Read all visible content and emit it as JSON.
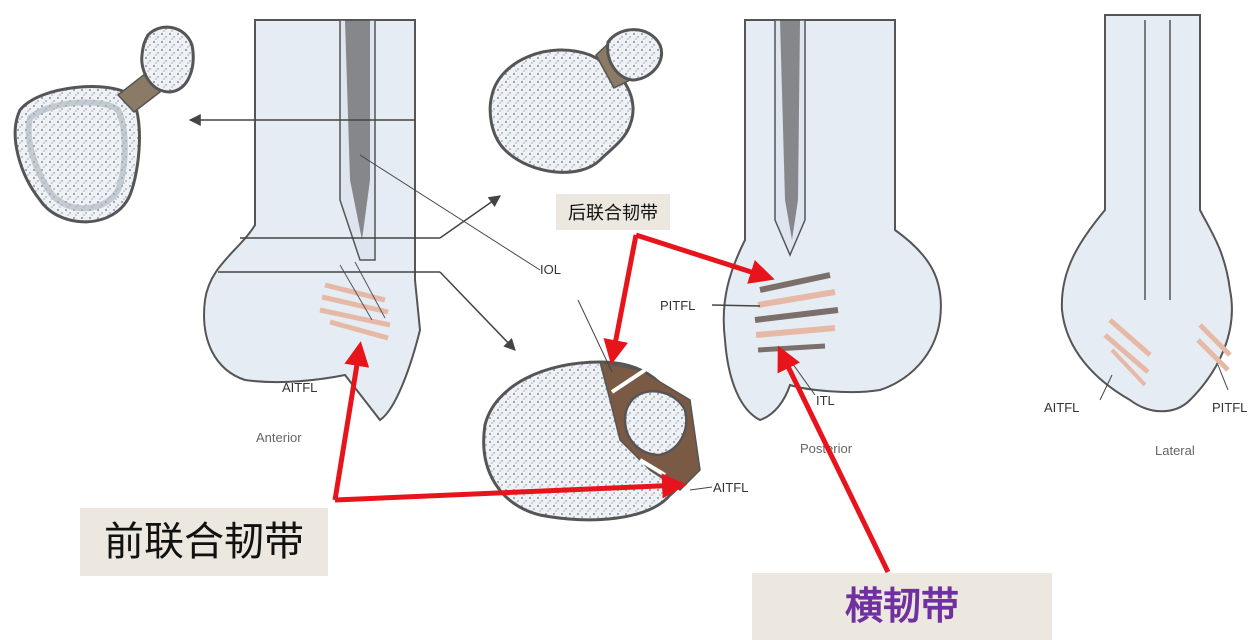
{
  "labels": {
    "posterior_ligament_cn": "后联合韧带",
    "anterior_ligament_cn": "前联合韧带",
    "transverse_ligament_cn": "横韧带",
    "iol": "IOL",
    "pitfl": "PITFL",
    "aitfl_anterior": "AITFL",
    "aitfl_section": "AITFL",
    "itl": "ITL",
    "aitfl_lateral": "AITFL",
    "pitfl_lateral": "PITFL"
  },
  "views": {
    "anterior": "Anterior",
    "posterior": "Posterior",
    "lateral": "Lateral"
  },
  "colors": {
    "bone_fill": "#e6ecf3",
    "bone_outline": "#555555",
    "ligament": "#e6b9a7",
    "ligament_band": "#7a5a45",
    "arrow_red": "#e8141c",
    "label_bg": "#ece8df",
    "transverse_text": "#7030a0"
  }
}
